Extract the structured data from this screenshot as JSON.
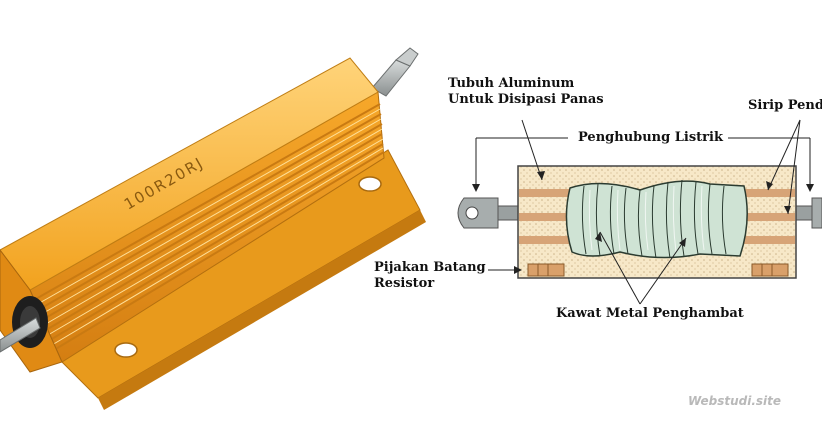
{
  "labels": {
    "tubuh_line1": "Tubuh Aluminum",
    "tubuh_line2": "Untuk Disipasi Panas",
    "sirip": "Sirip Pendi",
    "penghubung": "Penghubung Listrik",
    "pijakan_line1": "Pijakan Batang",
    "pijakan_line2": "Resistor",
    "kawat": "Kawat Metal Penghambat"
  },
  "resistor_marking": "100R20RJ",
  "watermark": "Webstudi.site",
  "colors": {
    "gold": "#f0a020",
    "gold_dark": "#c07010",
    "gold_light": "#ffd070",
    "body_cream": "#f7e8c8",
    "stripe_tan": "#d7a477",
    "core_green": "#cfe3d4",
    "terminal_gray": "#9aa0a0"
  }
}
